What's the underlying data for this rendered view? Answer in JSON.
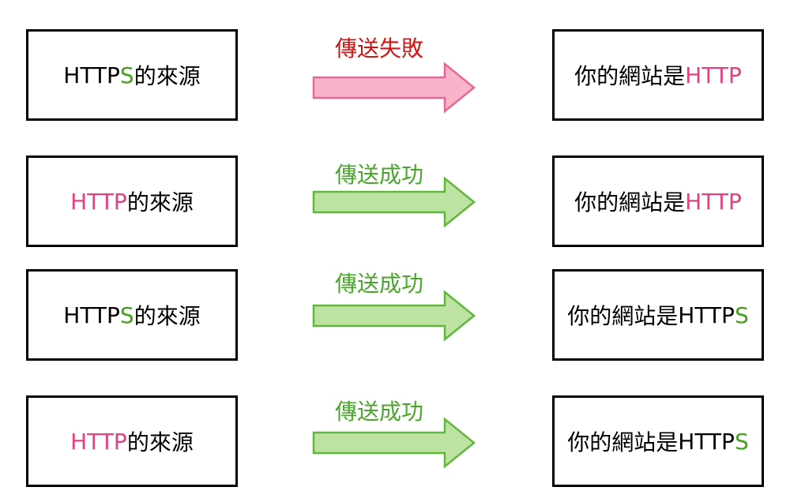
{
  "colors": {
    "http_pink": "#e43f82",
    "https_green": "#44a01e",
    "fail_red": "#d01414",
    "success_green": "#4aa52b",
    "fail_arrow_fill": "#f8b4c8",
    "fail_arrow_stroke": "#e9669a",
    "success_arrow_fill": "#bde3a3",
    "success_arrow_stroke": "#5fb83a"
  },
  "rows": [
    {
      "source": {
        "proto": "HTTP",
        "s": "S",
        "suffix": "的來源"
      },
      "label": "傳送失敗",
      "target": {
        "prefix": "你的網站是",
        "proto": "HTTP",
        "s": ""
      }
    },
    {
      "source": {
        "proto": "HTTP",
        "s": "",
        "suffix": "的來源"
      },
      "label": "傳送成功",
      "target": {
        "prefix": "你的網站是",
        "proto": "HTTP",
        "s": ""
      }
    },
    {
      "source": {
        "proto": "HTTP",
        "s": "S",
        "suffix": "的來源"
      },
      "label": "傳送成功",
      "target": {
        "prefix": "你的網站是",
        "proto": "HTTP",
        "s": "S"
      }
    },
    {
      "source": {
        "proto": "HTTP",
        "s": "",
        "suffix": "的來源"
      },
      "label": "傳送成功",
      "target": {
        "prefix": "你的網站是",
        "proto": "HTTP",
        "s": "S"
      }
    }
  ]
}
